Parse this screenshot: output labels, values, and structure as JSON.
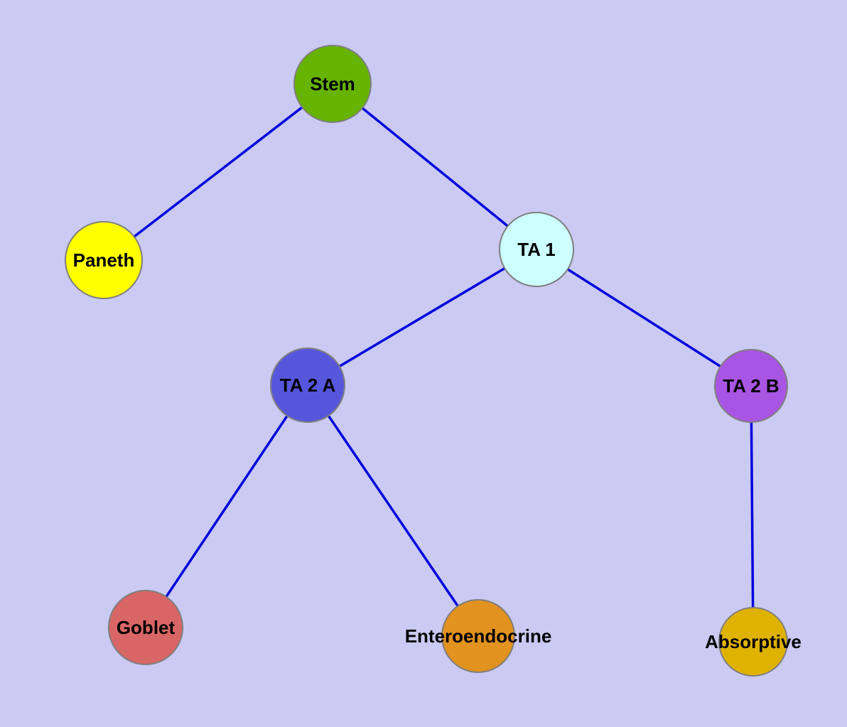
{
  "diagram": {
    "background_color": "#cacaf2",
    "edge_color": "#0000dd",
    "node_border_color": "#7f7f7f",
    "nodes": {
      "stem": {
        "label": "Stem",
        "color": "#66b300"
      },
      "paneth": {
        "label": "Paneth",
        "color": "#ffff00"
      },
      "ta1": {
        "label": "TA 1",
        "color": "#ccffff"
      },
      "ta2a": {
        "label": "TA 2 A",
        "color": "#5656dd"
      },
      "ta2b": {
        "label": "TA 2 B",
        "color": "#a955e3"
      },
      "goblet": {
        "label": "Goblet",
        "color": "#d96666"
      },
      "enteroendocrine": {
        "label": "Enteroendocrine",
        "color": "#e2921e"
      },
      "absorptive": {
        "label": "Absorptive",
        "color": "#e0b200"
      }
    },
    "edges": [
      {
        "from": "stem",
        "to": "paneth"
      },
      {
        "from": "stem",
        "to": "ta1"
      },
      {
        "from": "ta1",
        "to": "ta2a"
      },
      {
        "from": "ta1",
        "to": "ta2b"
      },
      {
        "from": "ta2a",
        "to": "goblet"
      },
      {
        "from": "ta2a",
        "to": "enteroendocrine"
      },
      {
        "from": "ta2b",
        "to": "absorptive"
      }
    ]
  }
}
